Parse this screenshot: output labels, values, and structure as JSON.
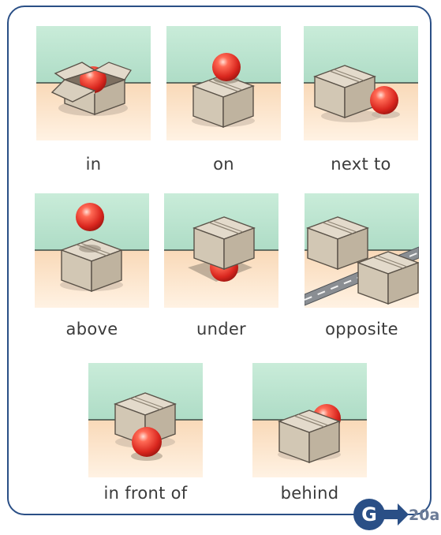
{
  "labels": {
    "in": "in",
    "on": "on",
    "next_to": "next to",
    "above": "above",
    "under": "under",
    "opposite": "opposite",
    "in_front_of": "in front of",
    "behind": "behind"
  },
  "badge": {
    "letter": "G",
    "reference": "20a"
  },
  "colors": {
    "frame": "#2a4f86",
    "wall": "#bfe6d3",
    "floor": "#fde3c6",
    "box": "#d5cbb9",
    "ball": "#e8332b"
  }
}
